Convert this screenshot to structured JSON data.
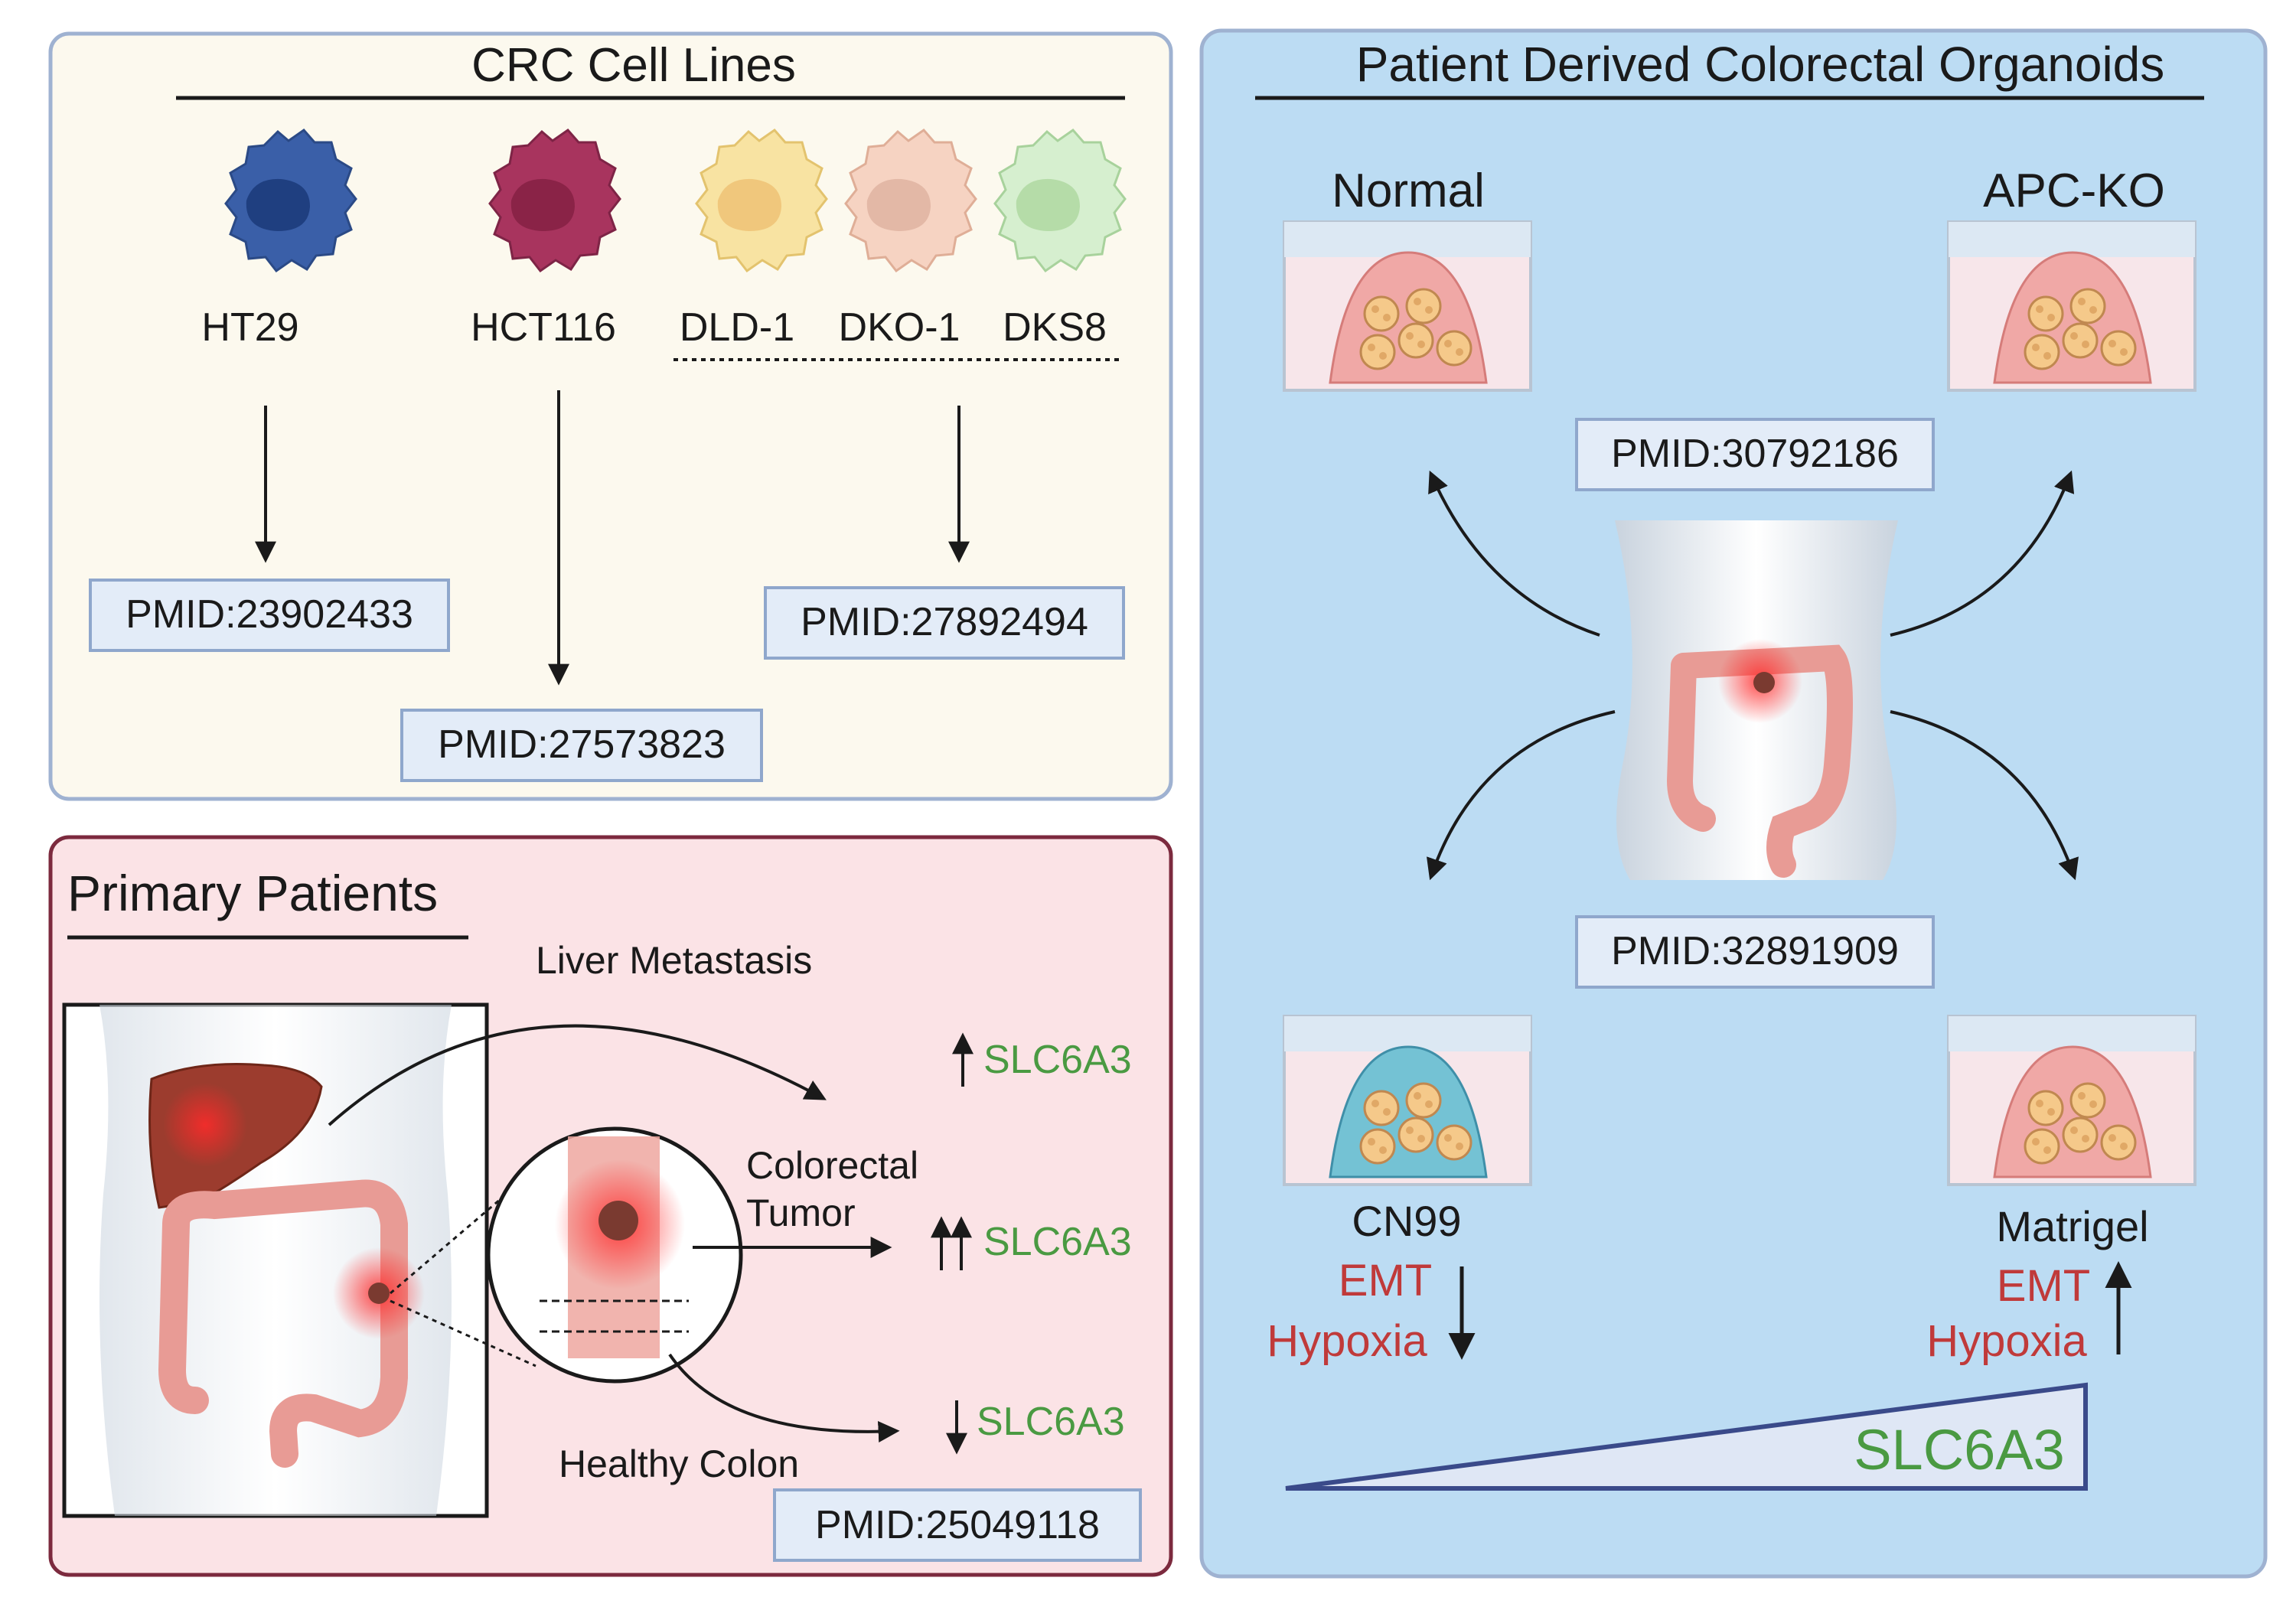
{
  "cell_lines_panel": {
    "title": "CRC Cell Lines",
    "cells": [
      {
        "name": "HT29",
        "color": "#3a5fa8"
      },
      {
        "name": "HCT116",
        "color": "#a8345e"
      },
      {
        "name": "DLD-1",
        "color": "#f5dc8c"
      },
      {
        "name": "DKO-1",
        "color": "#f1c5b0"
      },
      {
        "name": "DKS8",
        "color": "#c8e8c0"
      }
    ],
    "pmids": [
      "PMID:23902433",
      "PMID:27573823",
      "PMID:27892494"
    ]
  },
  "primary_panel": {
    "title": "Primary Patients",
    "liver_label": "Liver Metastasis",
    "tumor_label_1": "Colorectal",
    "tumor_label_2": "Tumor",
    "healthy_label": "Healthy Colon",
    "gene_up": "SLC6A3",
    "gene_up2": "SLC6A3",
    "gene_down": "SLC6A3",
    "pmid": "PMID:25049118"
  },
  "organoid_panel": {
    "title": "Patient Derived Colorectal Organoids",
    "normal_label": "Normal",
    "apcko_label": "APC-KO",
    "pmid_top": "PMID:30792186",
    "pmid_bottom": "PMID:32891909",
    "cn99_label": "CN99",
    "matrigel_label": "Matrigel",
    "emt": "EMT",
    "hypoxia": "Hypoxia",
    "emt2": "EMT",
    "hypoxia2": "Hypoxia",
    "gradient_label": "SLC6A3"
  },
  "colors": {
    "panel_cell_bg": "#fcf9ee",
    "panel_primary_bg": "#fbe3e6",
    "panel_organoid_bg": "#bcdcf3",
    "gene_green": "#4a9a42",
    "emt_red": "#c03a3a"
  }
}
